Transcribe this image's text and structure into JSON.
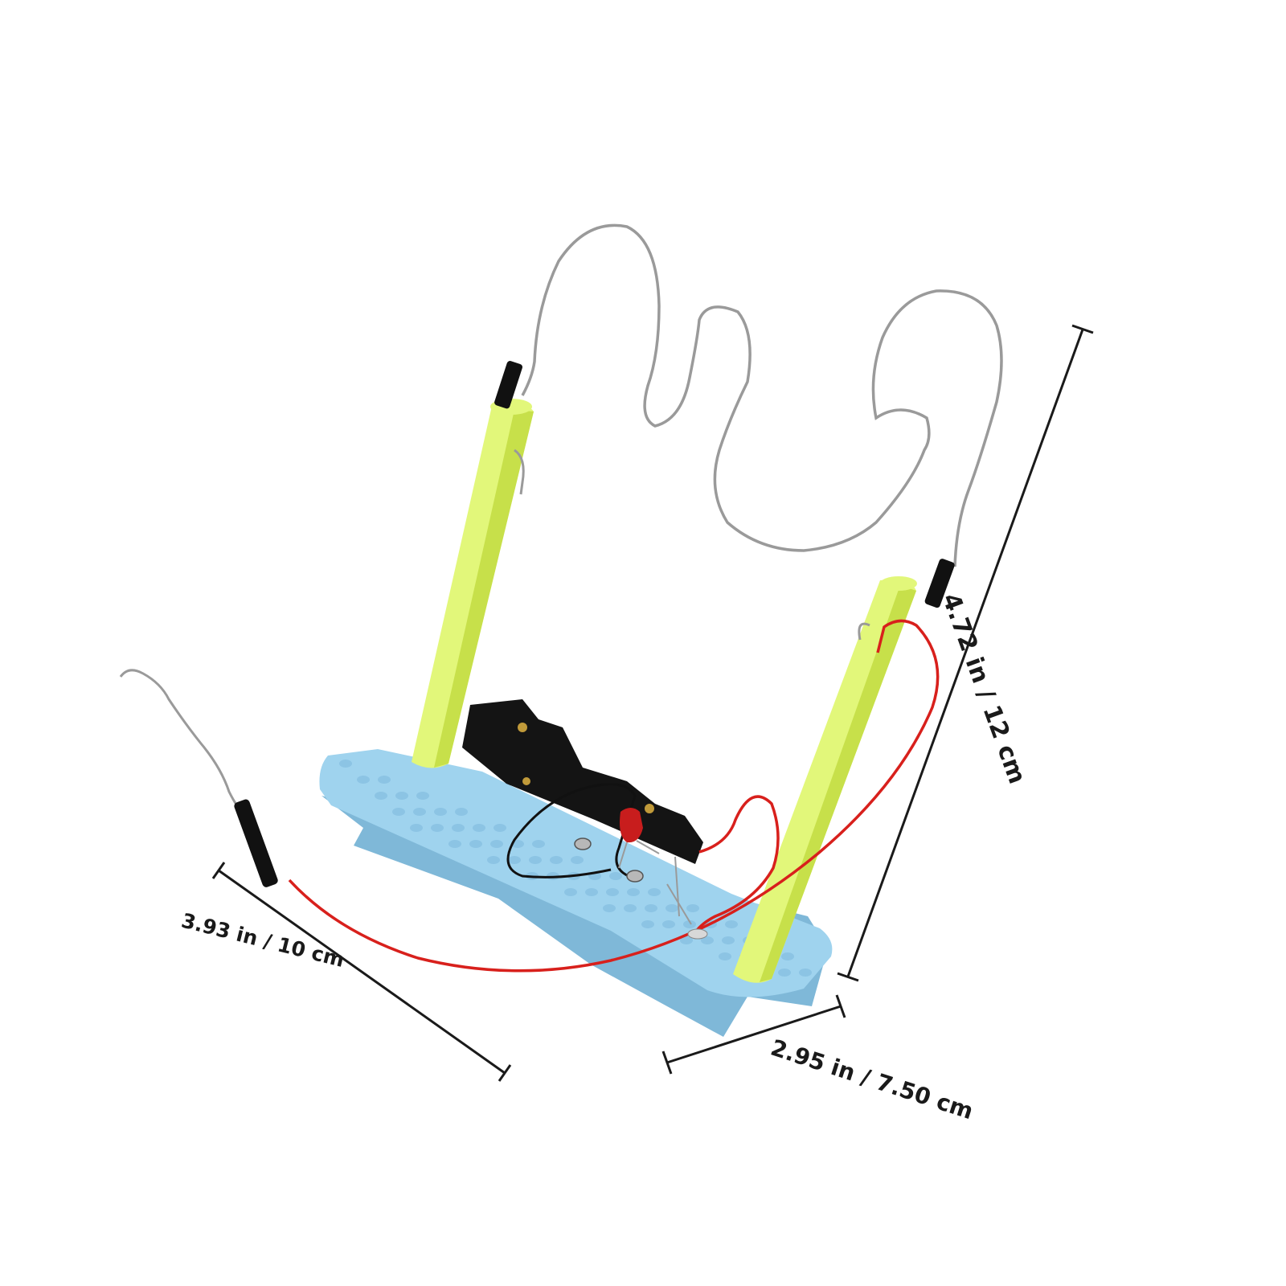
{
  "product": {
    "colors": {
      "base": "#9fd3ee",
      "base_shadow": "#7fb8d8",
      "base_hole": "#8cc4e4",
      "post": "#e2f77a",
      "post_shadow": "#c7e04a",
      "wire_metal": "#9a9a9a",
      "wire_red": "#d8201c",
      "wire_black": "#111111",
      "battery_holder": "#141414",
      "led": "#c81d1d",
      "sleeve": "#111111",
      "dimension_line": "#1a1a1a"
    }
  },
  "dimensions": {
    "depth_label": "3.93 in / 10 cm",
    "width_label": "2.95 in / 7.50 cm",
    "height_label": "4.72 in / 12 cm"
  }
}
